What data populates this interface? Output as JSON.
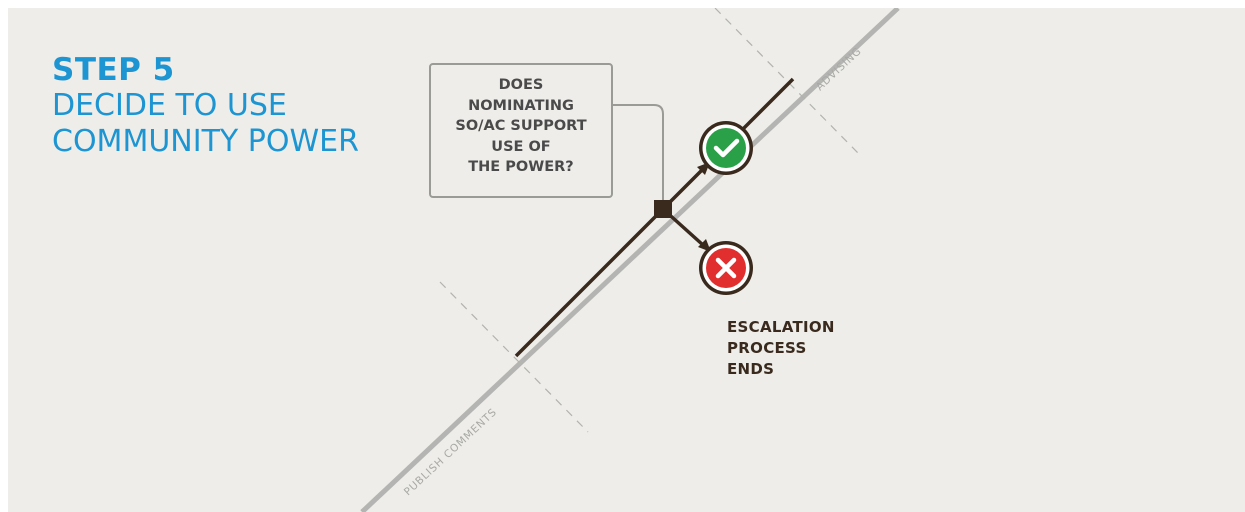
{
  "title": {
    "step": "STEP 5",
    "lines": [
      "DECIDE TO USE",
      "COMMUNITY POWER"
    ]
  },
  "question": {
    "lines": [
      "DOES",
      "NOMINATING",
      "SO/AC SUPPORT",
      "USE OF",
      "THE POWER?"
    ]
  },
  "phases": {
    "before": "PUBLISH COMMENTS",
    "after": "ADVISING"
  },
  "outcomes": {
    "yes_icon": "check-icon",
    "no_icon": "x-icon",
    "no_lines": [
      "ESCALATION",
      "PROCESS",
      "ENDS"
    ]
  },
  "colors": {
    "title": "#1c95d2",
    "path": "#3a2a1e",
    "track": "#b4b4b2",
    "yes": "#2aa148",
    "no": "#e12e2e",
    "background": "#eeede9"
  }
}
